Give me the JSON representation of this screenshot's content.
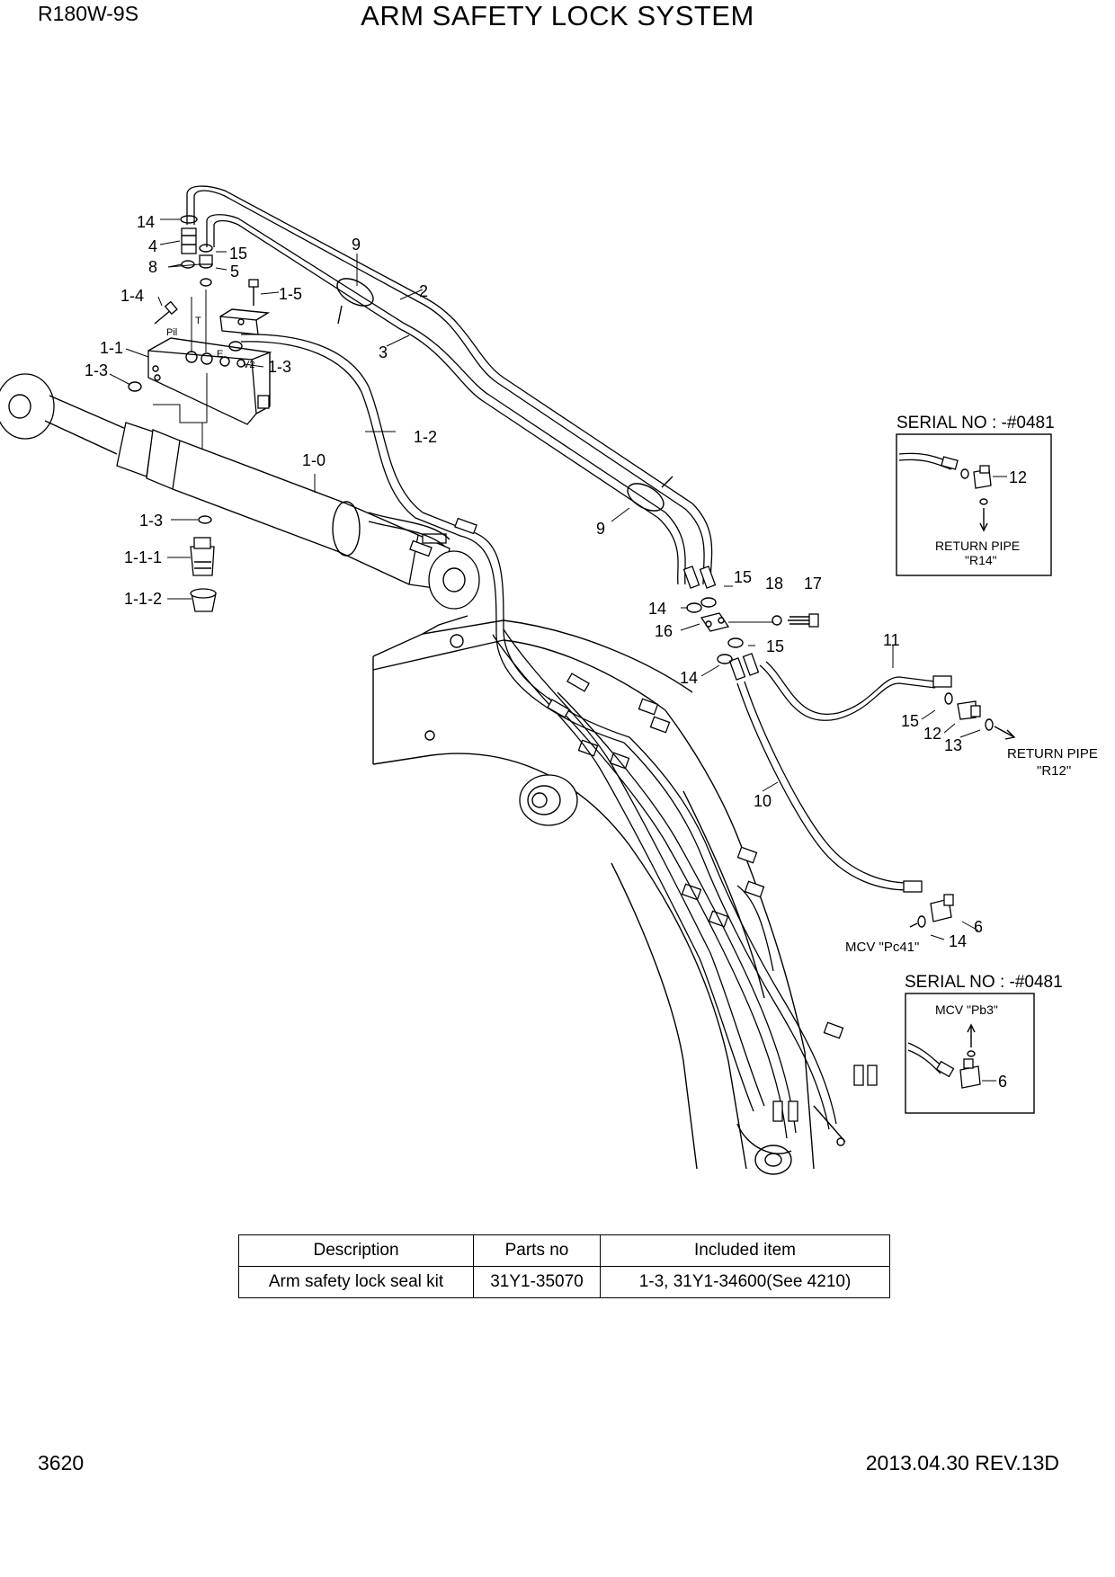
{
  "header": {
    "model": "R180W-9S",
    "title": "ARM SAFETY LOCK SYSTEM"
  },
  "footer": {
    "page_number": "3620",
    "revision": "2013.04.30 REV.13D"
  },
  "callouts": {
    "c14a": "14",
    "c4": "4",
    "c15a": "15",
    "c8": "8",
    "c5": "5",
    "c1_4": "1-4",
    "c1_5": "1-5",
    "c1_1": "1-1",
    "c1_3a": "1-3",
    "c1_3b": "1-3",
    "c1_2": "1-2",
    "c1_0": "1-0",
    "c1_3c": "1-3",
    "c1_1_1": "1-1-1",
    "c1_1_2": "1-1-2",
    "c9a": "9",
    "c2": "2",
    "c3": "3",
    "c9b": "9",
    "c15b": "15",
    "c18": "18",
    "c17": "17",
    "c14b": "14",
    "c16": "16",
    "c15c": "15",
    "c14c": "14",
    "c11": "11",
    "c15d": "15",
    "c12a": "12",
    "c13": "13",
    "c10": "10",
    "c6a": "6",
    "c14d": "14",
    "c12b": "12",
    "c6b": "6"
  },
  "port_labels": {
    "pil": "Pil",
    "t": "T",
    "e": "E",
    "v2": "V2"
  },
  "notes": {
    "return_r12_line1": "RETURN PIPE",
    "return_r12_line2": "\"R12\"",
    "mcv_pc41": "MCV  \"Pc41\""
  },
  "inset_top": {
    "heading": "SERIAL NO : -#0481",
    "note_line1": "RETURN PIPE",
    "note_line2": "\"R14\""
  },
  "inset_bottom": {
    "heading": "SERIAL NO : -#0481",
    "note": "MCV  \"Pb3\""
  },
  "parts_table": {
    "headers": [
      "Description",
      "Parts no",
      "Included item"
    ],
    "rows": [
      [
        "Arm safety lock seal kit",
        "31Y1-35070",
        "1-3, 31Y1-34600(See 4210)"
      ]
    ]
  }
}
